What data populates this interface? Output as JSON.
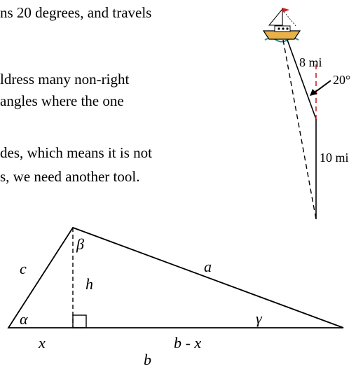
{
  "text_lines": [
    "ns 20 degrees, and travels",
    "ldress many non-right",
    "angles where the one",
    "des, which means it is not",
    "s, we need another tool."
  ],
  "boat_diagram": {
    "leg1_label": "8 mi",
    "angle_label": "20°",
    "leg2_label": "10 mi"
  },
  "triangle": {
    "side_c": "c",
    "side_a": "a",
    "side_b": "b",
    "height": "h",
    "angle_alpha": "α",
    "angle_beta": "β",
    "angle_gamma": "γ",
    "segment_x": "x",
    "segment_b_minus_x": "b - x"
  },
  "colors": {
    "reference_line": "#cc2222",
    "boat_hull": "#e8b24a",
    "flag": "#cc2222",
    "water": "#2a8a9a"
  }
}
